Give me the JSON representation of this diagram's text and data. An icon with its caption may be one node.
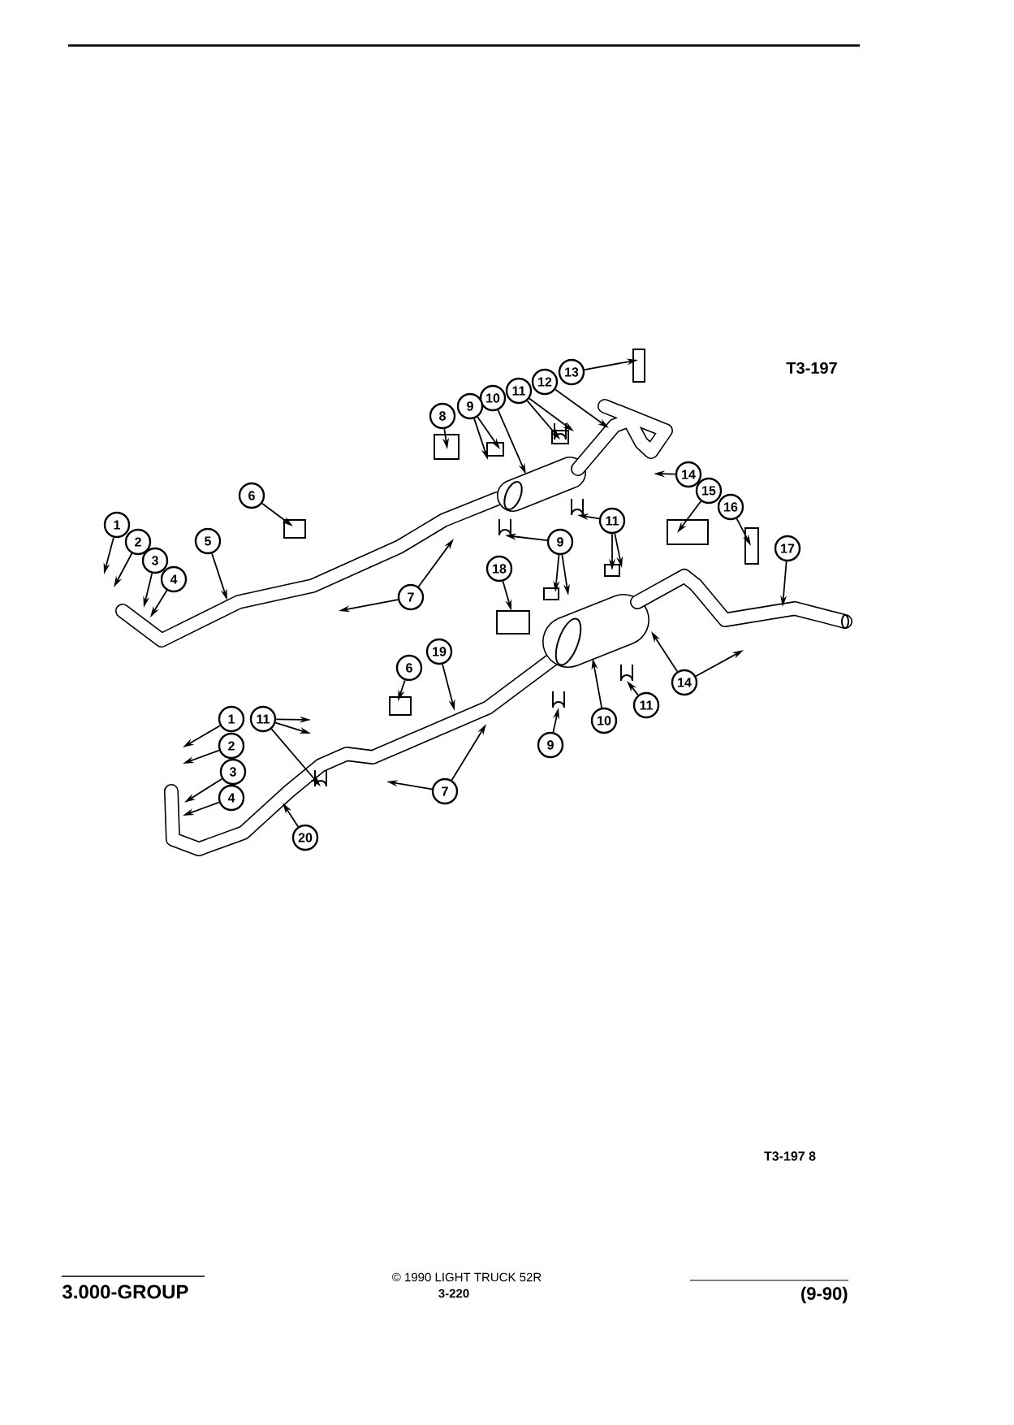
{
  "diagram": {
    "nodes": [
      {
        "text": [
          "13"
        ]
      },
      {
        "text": [
          "12"
        ]
      },
      {
        "text": [
          "11"
        ]
      },
      {
        "text": [
          "10"
        ]
      },
      {
        "text": [
          "9"
        ]
      },
      {
        "text": [
          "8"
        ]
      },
      {
        "text": [
          "14"
        ]
      },
      {
        "text": [
          "15"
        ]
      },
      {
        "text": [
          "6"
        ]
      },
      {
        "text": [
          "16"
        ]
      },
      {
        "text": [
          "11"
        ]
      },
      {
        "text": [
          "1"
        ]
      },
      {
        "text": [
          "5"
        ]
      },
      {
        "text": [
          "2"
        ]
      },
      {
        "text": [
          "9"
        ]
      },
      {
        "text": [
          "17"
        ]
      },
      {
        "text": [
          "18"
        ]
      },
      {
        "text": [
          "3"
        ]
      },
      {
        "text": [
          "4"
        ]
      },
      {
        "text": [
          "7"
        ]
      },
      {
        "text": [
          "19"
        ]
      },
      {
        "text": [
          "6"
        ]
      },
      {
        "text": [
          "14"
        ]
      },
      {
        "text": [
          "11"
        ]
      },
      {
        "text": [
          "1"
        ]
      },
      {
        "text": [
          "11"
        ]
      },
      {
        "text": [
          "10"
        ]
      },
      {
        "text": [
          "9"
        ]
      },
      {
        "text": [
          "2"
        ]
      },
      {
        "text": [
          "3"
        ]
      },
      {
        "text": [
          "7"
        ]
      },
      {
        "text": [
          "4"
        ]
      },
      {
        "text": [
          "20"
        ]
      }
    ],
    "edges": [
      {
        "from": 0,
        "to": null,
        "arrow": "to"
      },
      {
        "from": 1,
        "to": null,
        "arrow": "to"
      },
      {
        "from": 2,
        "to": null,
        "arrow": "to"
      },
      {
        "from": 2,
        "to": null,
        "arrow": "to"
      },
      {
        "from": 3,
        "to": null,
        "arrow": "to"
      },
      {
        "from": 4,
        "to": null,
        "arrow": "to"
      },
      {
        "from": 4,
        "to": null,
        "arrow": "to"
      },
      {
        "from": 5,
        "to": null,
        "arrow": "to"
      },
      {
        "from": 6,
        "to": null,
        "arrow": "to"
      },
      {
        "from": 7,
        "to": null,
        "arrow": "to"
      },
      {
        "from": 8,
        "to": null,
        "arrow": "to"
      },
      {
        "from": 9,
        "to": null,
        "arrow": "to"
      },
      {
        "from": 10,
        "to": null,
        "arrow": "to"
      },
      {
        "from": 10,
        "to": null,
        "arrow": "to"
      },
      {
        "from": 10,
        "to": null,
        "arrow": "to"
      },
      {
        "from": 11,
        "to": null,
        "arrow": "to"
      },
      {
        "from": 12,
        "to": null,
        "arrow": "to"
      },
      {
        "from": 13,
        "to": null,
        "arrow": "to"
      },
      {
        "from": 14,
        "to": null,
        "arrow": "to"
      },
      {
        "from": 14,
        "to": null,
        "arrow": "to"
      },
      {
        "from": 14,
        "to": null,
        "arrow": "to"
      },
      {
        "from": 15,
        "to": null,
        "arrow": "to"
      },
      {
        "from": 16,
        "to": null,
        "arrow": "to"
      },
      {
        "from": 17,
        "to": null,
        "arrow": "to"
      },
      {
        "from": 18,
        "to": null,
        "arrow": "to"
      },
      {
        "from": 19,
        "to": null,
        "arrow": "to"
      },
      {
        "from": 19,
        "to": null,
        "arrow": "to"
      },
      {
        "from": 20,
        "to": null,
        "arrow": "to"
      },
      {
        "from": 21,
        "to": null,
        "arrow": "to"
      },
      {
        "from": 22,
        "to": null,
        "arrow": "to"
      },
      {
        "from": 22,
        "to": null,
        "arrow": "to"
      },
      {
        "from": 23,
        "to": null,
        "arrow": "to"
      },
      {
        "from": 24,
        "to": null,
        "arrow": "to"
      },
      {
        "from": 25,
        "to": null,
        "arrow": "to"
      },
      {
        "from": 25,
        "to": null,
        "arrow": "to"
      },
      {
        "from": 25,
        "to": null,
        "arrow": "to"
      },
      {
        "from": 26,
        "to": null,
        "arrow": "to"
      },
      {
        "from": 27,
        "to": null,
        "arrow": "to"
      },
      {
        "from": 28,
        "to": null,
        "arrow": "to"
      },
      {
        "from": 29,
        "to": null,
        "arrow": "to"
      },
      {
        "from": 30,
        "to": null,
        "arrow": "to"
      },
      {
        "from": 30,
        "to": null,
        "arrow": "to"
      },
      {
        "from": 31,
        "to": null,
        "arrow": "to"
      },
      {
        "from": 32,
        "to": null,
        "arrow": "to"
      }
    ],
    "labels": [
      "T3-197",
      "T3-197 8",
      "© 1990 LIGHT TRUCK 52R",
      "3.000-GROUP",
      "3-220",
      "(9-90)"
    ]
  }
}
